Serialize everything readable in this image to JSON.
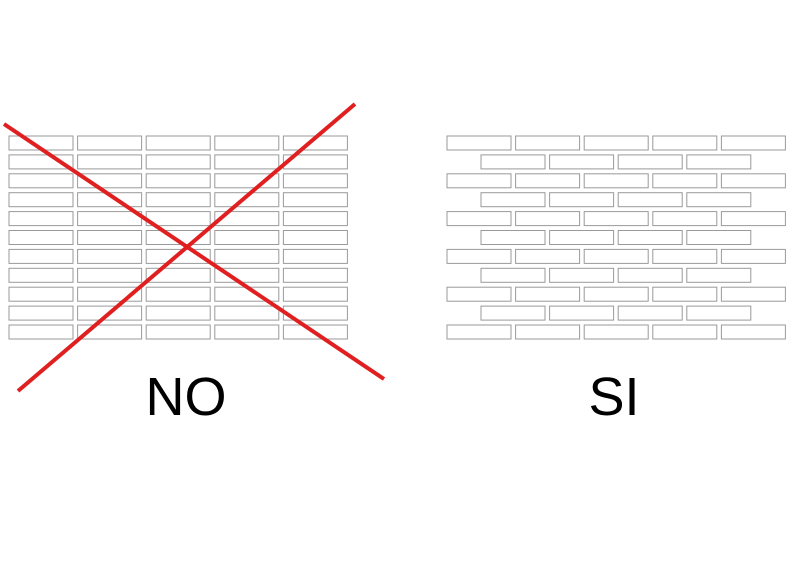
{
  "panels": {
    "wrong": {
      "label": "NO",
      "pattern": "stack-bond",
      "rows": 11,
      "columns": 5,
      "marking": "red-cross"
    },
    "correct": {
      "label": "SI",
      "pattern": "running-bond",
      "rows": 11,
      "columns": 5
    }
  },
  "colors": {
    "brick_stroke": "#9a9a9a",
    "brick_fill": "#ffffff",
    "cross": "#e02020",
    "text": "#000000",
    "background": "#ffffff"
  }
}
